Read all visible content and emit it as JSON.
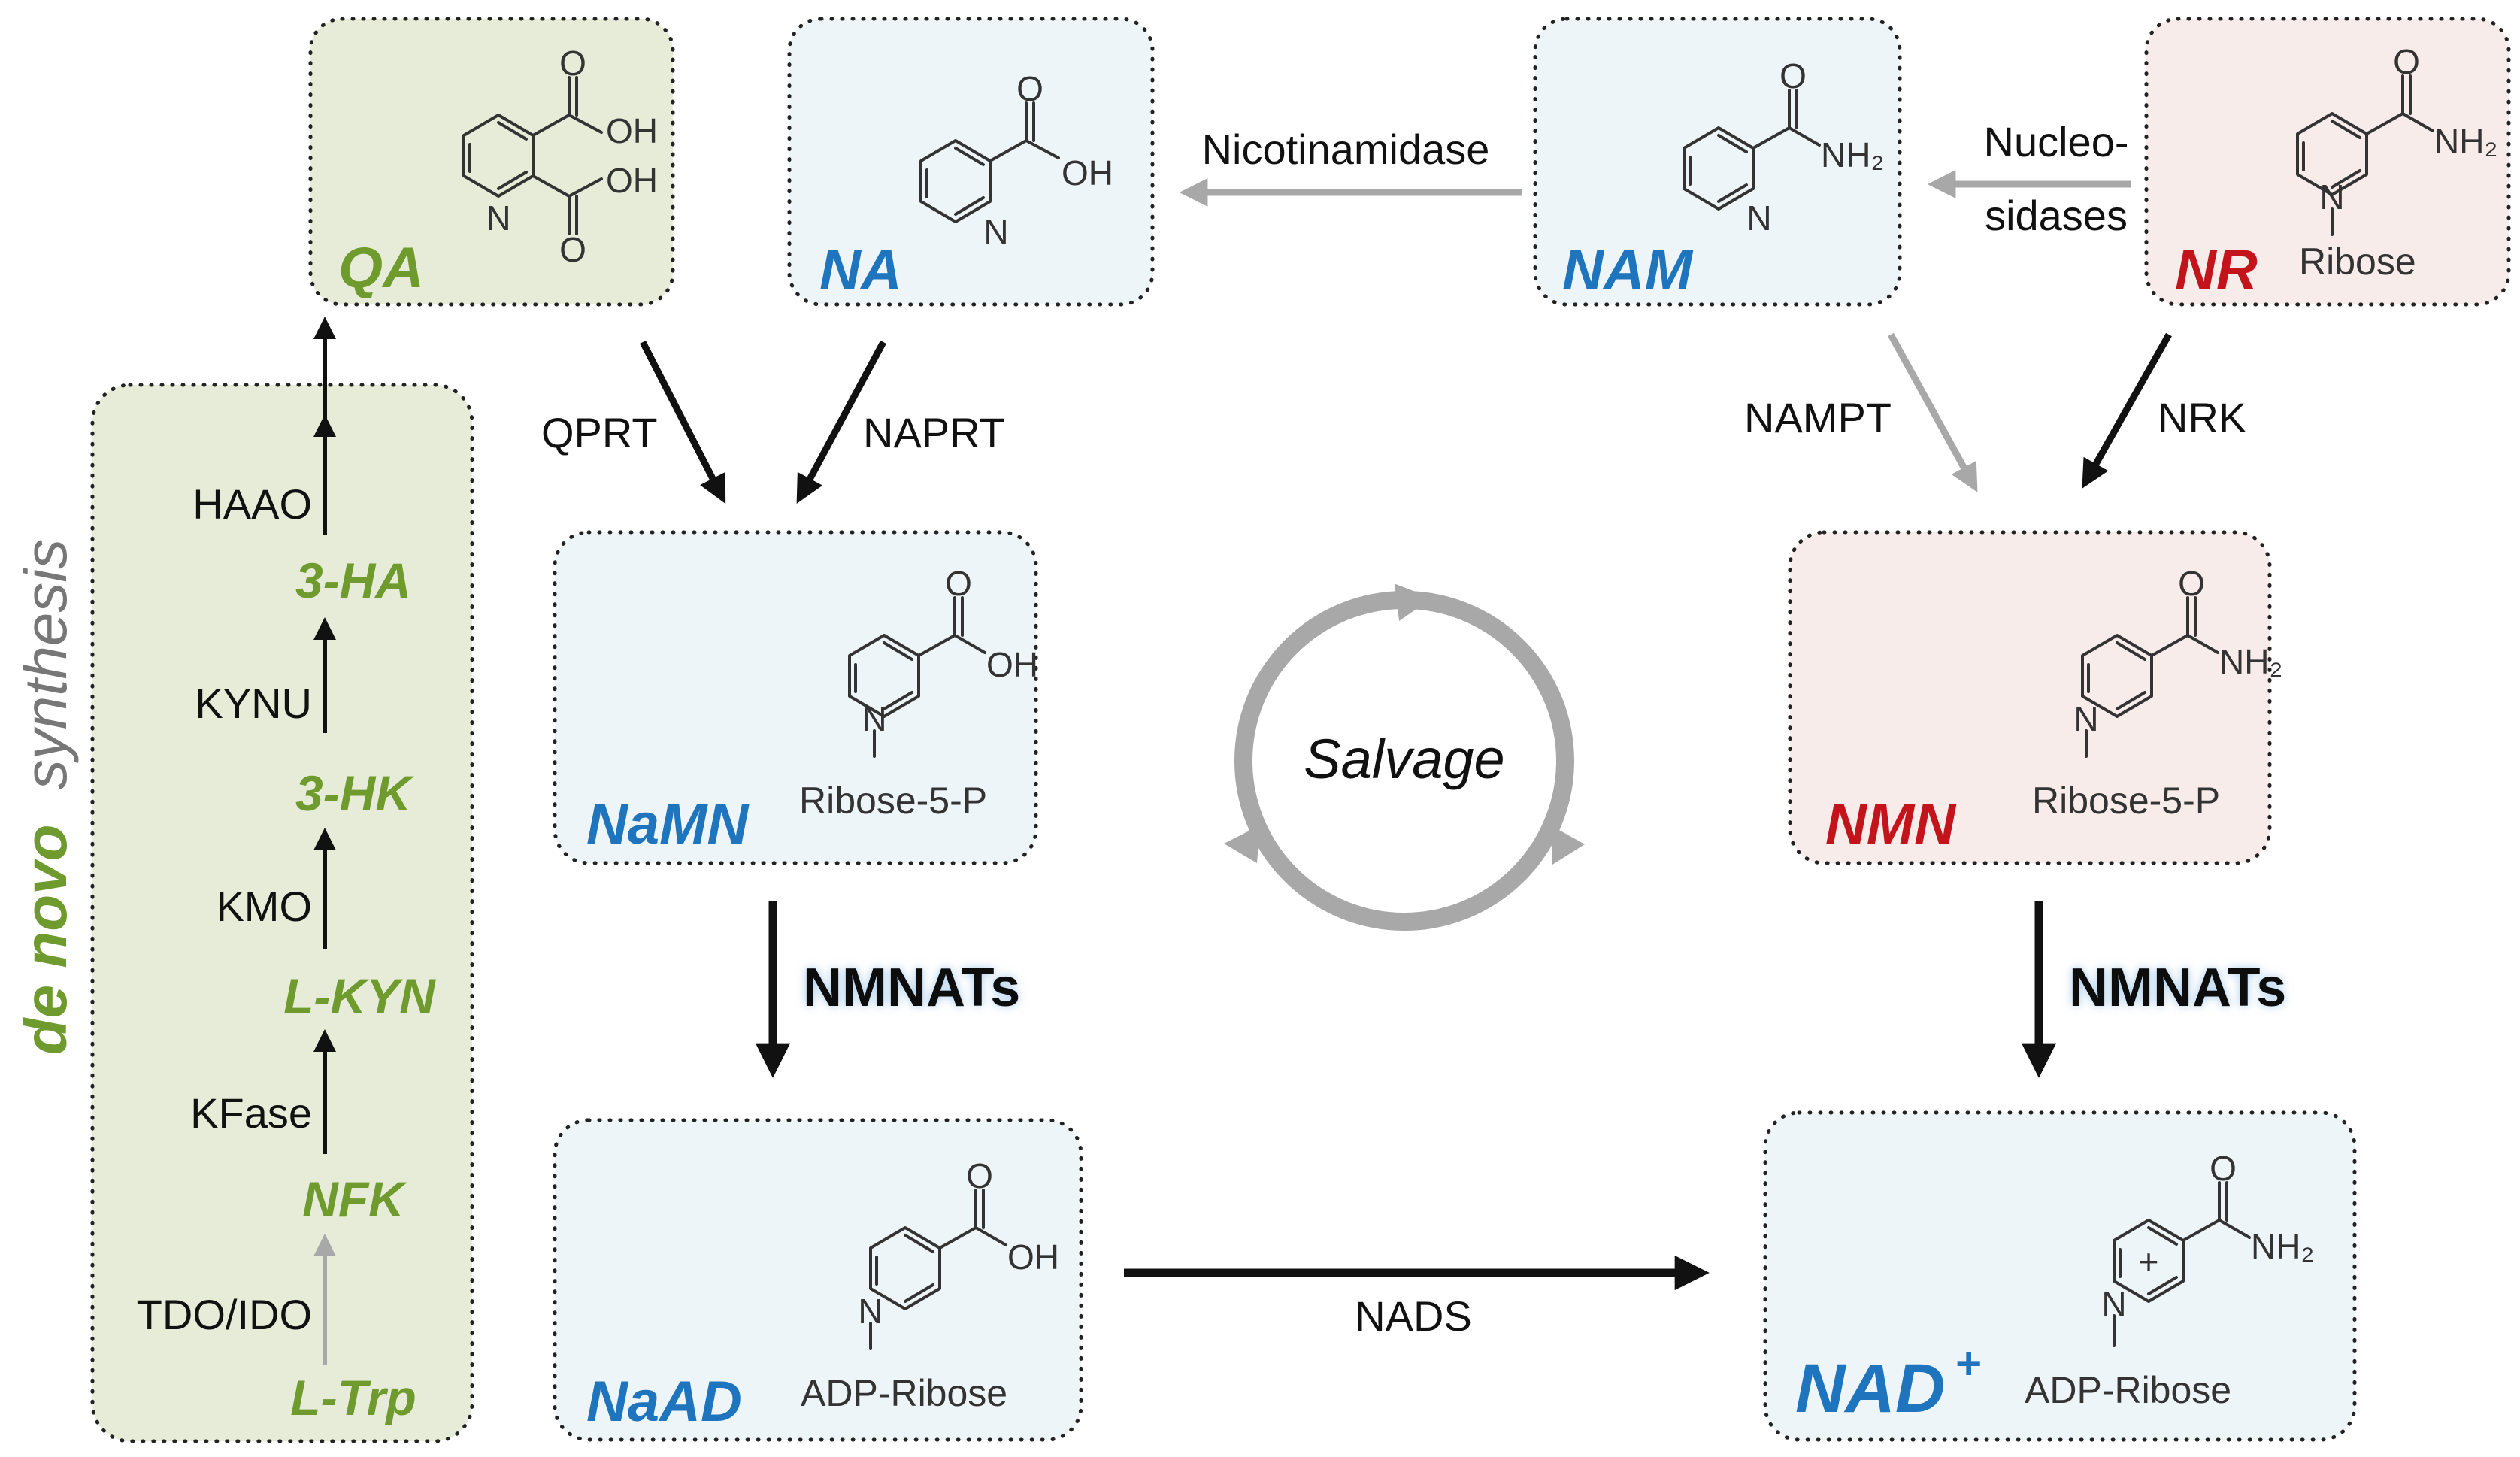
{
  "colors": {
    "green_fill": "#e6ecd8",
    "blue_fill": "#eef5f8",
    "pink_fill": "#f8ecea",
    "green_text": "#6e9a2e",
    "blue_text": "#1e74bd",
    "red_text": "#c3141c",
    "gray_arrow": "#a8a8a8",
    "black_arrow": "#111111"
  },
  "molecules": {
    "qa": "QA",
    "na": "NA",
    "nam": "NAM",
    "nr": "NR",
    "namn": "NaMN",
    "nmn": "NMN",
    "naad": "NaAD",
    "nad": "NAD",
    "nad_charge": "+"
  },
  "substituents": {
    "nr_ribose": "Ribose",
    "namn_ribose": "Ribose-5-P",
    "nmn_ribose": "Ribose-5-P",
    "naad_ribose": "ADP-Ribose",
    "nad_ribose": "ADP-Ribose"
  },
  "atoms": {
    "o": "O",
    "oh": "OH",
    "nh2": "NH₂",
    "n": "N",
    "plus": "+"
  },
  "enzymes": {
    "nicotinamidase": "Nicotinamidase",
    "nucleo_line1": "Nucleo-",
    "nucleo_line2": "sidases",
    "qprt": "QPRT",
    "naprt": "NAPRT",
    "nampt": "NAMPT",
    "nrk": "NRK",
    "nmnats_left": "NMNATs",
    "nmnats_right": "NMNATs",
    "nads": "NADS",
    "haao": "HAAO",
    "kynu": "KYNU",
    "kmo": "KMO",
    "kfase": "KFase",
    "tdo_ido": "TDO/IDO"
  },
  "de_novo_pathway": [
    "3-HA",
    "3-HK",
    "L-KYN",
    "NFK",
    "L-Trp"
  ],
  "side_label": {
    "de_novo": "de novo",
    "synthesis": "synthesis"
  },
  "salvage": "Salvage"
}
